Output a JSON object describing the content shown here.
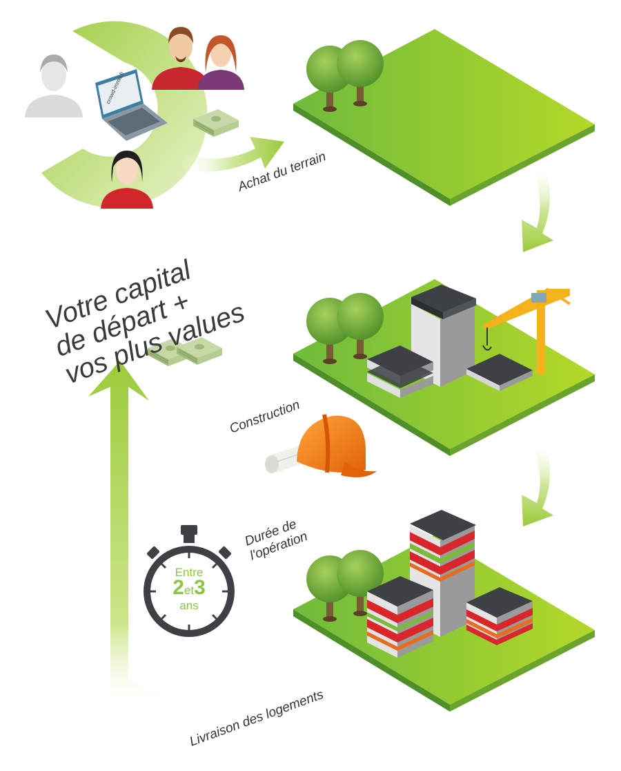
{
  "labels": {
    "terrain": "Achat du terrain",
    "construction": "Construction",
    "duree_line1": "Durée de",
    "duree_line2": "l'opération",
    "livraison": "Livraison des logements",
    "capital_line1": "Votre capital",
    "capital_line2": "de départ +",
    "capital_line3": "vos plus values"
  },
  "timer": {
    "entre": "Entre",
    "num_a": "2",
    "et": "et",
    "num_b": "3",
    "ans": "ans"
  },
  "laptop": {
    "site": "crowd-immo.fr"
  },
  "colors": {
    "grass_light": "#a8d43a",
    "grass_mid": "#7fc242",
    "grass_side": "#5a9a2a",
    "arrow_green": "#9ccb3b",
    "dark_gray": "#3d4145",
    "red_band": "#d9262b",
    "orange_band": "#e86b1f",
    "crane_yellow": "#f6b21b",
    "helmet_orange": "#f07c10"
  },
  "icons": [
    "money-stack-icon",
    "laptop-icon",
    "person-avatar-icon",
    "tree-icon",
    "crane-icon",
    "helmet-icon",
    "blueprint-roll-icon",
    "stopwatch-icon",
    "building-icon",
    "arrow-icon"
  ]
}
